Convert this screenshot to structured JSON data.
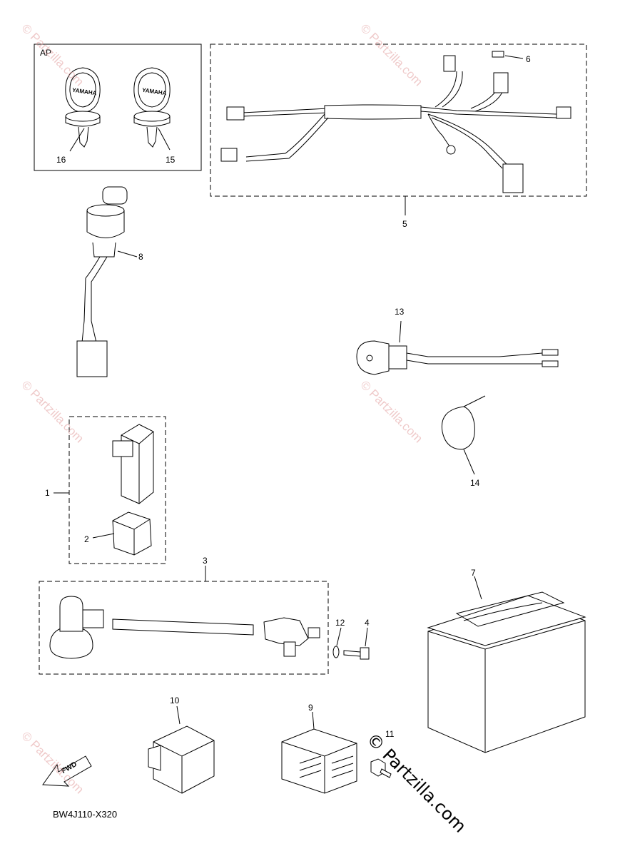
{
  "diagram": {
    "group_label": "AP",
    "part_code": "BW4J110-X320",
    "fwd_label": "FWD",
    "watermark": "© Partzilla.com",
    "watermark_main": "© Partzilla.com",
    "key_brand": "YAMAHA",
    "callouts": {
      "c1": "1",
      "c2": "2",
      "c3": "3",
      "c4": "4",
      "c5": "5",
      "c6": "6",
      "c7": "7",
      "c8": "8",
      "c9": "9",
      "c10": "10",
      "c11": "11",
      "c12": "12",
      "c13": "13",
      "c14": "14",
      "c15": "15",
      "c16": "16"
    }
  }
}
